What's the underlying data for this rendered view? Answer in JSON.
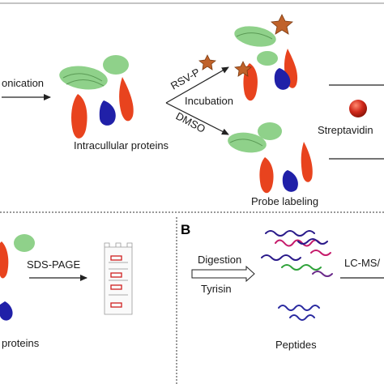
{
  "panel_b_letter": "B",
  "labels": {
    "sonication": "onication",
    "intracellular": "Intracullular proteins",
    "probe": "RSV-P",
    "incubation": "Incubation",
    "dmso": "DMSO",
    "streptavidin": "Streptavidin",
    "probe_labeling": "Probe labeling",
    "sds_page": "SDS-PAGE",
    "proteins": "proteins",
    "digestion": "Digestion",
    "tyrisin": "Tyrisin",
    "peptides": "Peptides",
    "lc_ms": "LC-MS/"
  },
  "colors": {
    "green": "#8fd18a",
    "red": "#e8431e",
    "blue": "#2020a8",
    "star": "#c0622a",
    "bead": "#d0281a"
  }
}
